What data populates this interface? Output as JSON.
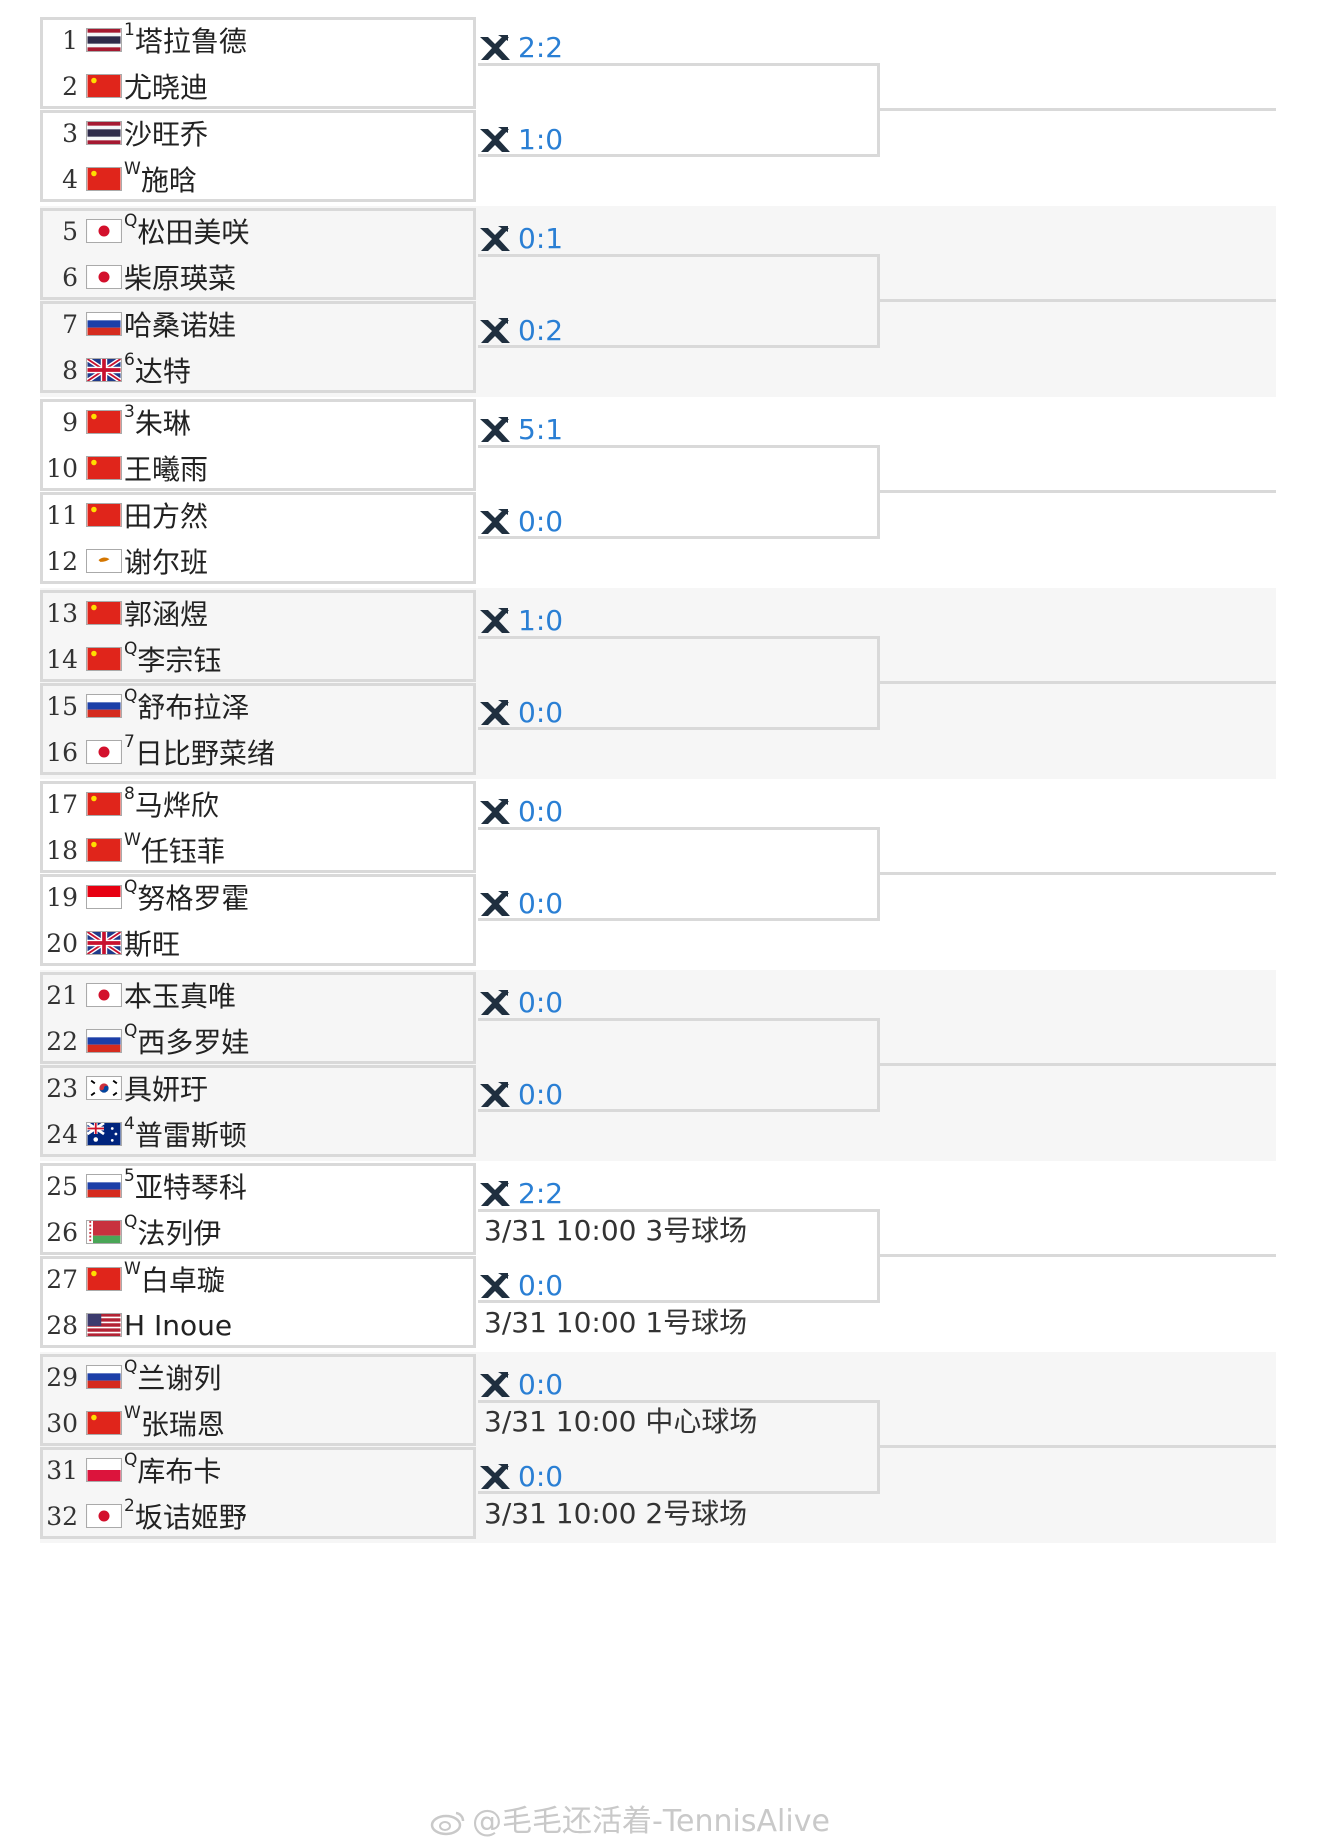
{
  "colors": {
    "score": "#2a7fd4",
    "border": "#d9d9d9"
  },
  "players": [
    {
      "num": "1",
      "flag": "thailand",
      "seed": "1",
      "name": "塔拉鲁德"
    },
    {
      "num": "2",
      "flag": "china",
      "seed": "",
      "name": "尤晓迪"
    },
    {
      "num": "3",
      "flag": "thailand",
      "seed": "",
      "name": "沙旺乔"
    },
    {
      "num": "4",
      "flag": "china",
      "seed": "W",
      "name": "施晗"
    },
    {
      "num": "5",
      "flag": "japan",
      "seed": "Q",
      "name": "松田美咲"
    },
    {
      "num": "6",
      "flag": "japan",
      "seed": "",
      "name": "柴原瑛菜"
    },
    {
      "num": "7",
      "flag": "russia",
      "seed": "",
      "name": "哈桑诺娃"
    },
    {
      "num": "8",
      "flag": "uk",
      "seed": "6",
      "name": "达特"
    },
    {
      "num": "9",
      "flag": "china",
      "seed": "3",
      "name": "朱琳"
    },
    {
      "num": "10",
      "flag": "china",
      "seed": "",
      "name": "王曦雨"
    },
    {
      "num": "11",
      "flag": "china",
      "seed": "",
      "name": "田方然"
    },
    {
      "num": "12",
      "flag": "cyprus",
      "seed": "",
      "name": "谢尔班"
    },
    {
      "num": "13",
      "flag": "china",
      "seed": "",
      "name": "郭涵煜"
    },
    {
      "num": "14",
      "flag": "china",
      "seed": "Q",
      "name": "李宗钰"
    },
    {
      "num": "15",
      "flag": "russia",
      "seed": "Q",
      "name": "舒布拉泽"
    },
    {
      "num": "16",
      "flag": "japan",
      "seed": "7",
      "name": "日比野菜绪"
    },
    {
      "num": "17",
      "flag": "china",
      "seed": "8",
      "name": "马烨欣"
    },
    {
      "num": "18",
      "flag": "china",
      "seed": "W",
      "name": "任钰菲"
    },
    {
      "num": "19",
      "flag": "indonesia",
      "seed": "Q",
      "name": "努格罗霍"
    },
    {
      "num": "20",
      "flag": "uk",
      "seed": "",
      "name": "斯旺"
    },
    {
      "num": "21",
      "flag": "japan",
      "seed": "",
      "name": "本玉真唯"
    },
    {
      "num": "22",
      "flag": "russia",
      "seed": "Q",
      "name": "西多罗娃"
    },
    {
      "num": "23",
      "flag": "korea",
      "seed": "",
      "name": "具妍玗"
    },
    {
      "num": "24",
      "flag": "australia",
      "seed": "4",
      "name": "普雷斯顿"
    },
    {
      "num": "25",
      "flag": "russia",
      "seed": "5",
      "name": "亚特琴科"
    },
    {
      "num": "26",
      "flag": "belarus",
      "seed": "Q",
      "name": "法列伊"
    },
    {
      "num": "27",
      "flag": "china",
      "seed": "W",
      "name": "白卓璇"
    },
    {
      "num": "28",
      "flag": "usa",
      "seed": "",
      "name": "H Inoue"
    },
    {
      "num": "29",
      "flag": "russia",
      "seed": "Q",
      "name": "兰谢列"
    },
    {
      "num": "30",
      "flag": "china",
      "seed": "W",
      "name": "张瑞恩"
    },
    {
      "num": "31",
      "flag": "poland",
      "seed": "Q",
      "name": "库布卡"
    },
    {
      "num": "32",
      "flag": "japan",
      "seed": "2",
      "name": "坂诘姬野"
    }
  ],
  "matches": [
    {
      "score": "2:2",
      "schedule": ""
    },
    {
      "score": "1:0",
      "schedule": ""
    },
    {
      "score": "0:1",
      "schedule": ""
    },
    {
      "score": "0:2",
      "schedule": ""
    },
    {
      "score": "5:1",
      "schedule": ""
    },
    {
      "score": "0:0",
      "schedule": ""
    },
    {
      "score": "1:0",
      "schedule": ""
    },
    {
      "score": "0:0",
      "schedule": ""
    },
    {
      "score": "0:0",
      "schedule": ""
    },
    {
      "score": "0:0",
      "schedule": ""
    },
    {
      "score": "0:0",
      "schedule": ""
    },
    {
      "score": "0:0",
      "schedule": ""
    },
    {
      "score": "2:2",
      "schedule": "3/31 10:00 3号球场"
    },
    {
      "score": "0:0",
      "schedule": "3/31 10:00 1号球场"
    },
    {
      "score": "0:0",
      "schedule": "3/31 10:00 中心球场"
    },
    {
      "score": "0:0",
      "schedule": "3/31 10:00 2号球场"
    }
  ],
  "watermark": "@毛毛还活着-TennisAlive"
}
